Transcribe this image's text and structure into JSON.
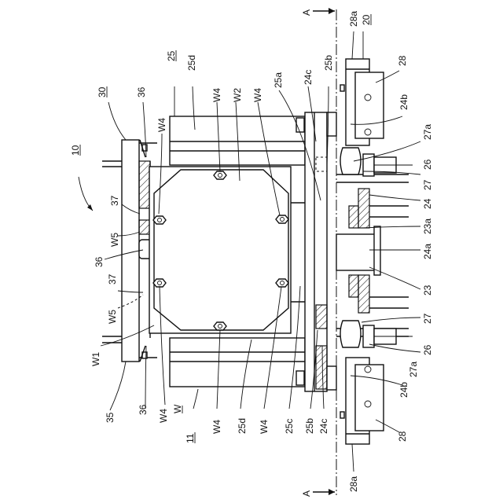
{
  "figure": {
    "labels": {
      "ref_10": "10",
      "ref_11": "11",
      "ref_20": "20",
      "ref_23": "23",
      "ref_23a": "23a",
      "ref_24": "24",
      "ref_24a": "24a",
      "ref_24b_top": "24b",
      "ref_24b_bottom": "24b",
      "ref_24c_top": "24c",
      "ref_24c_bottom": "24c",
      "ref_25": "25",
      "ref_25a": "25a",
      "ref_25b_top": "25b",
      "ref_25b_bottom": "25b",
      "ref_25c": "25c",
      "ref_25d_top": "25d",
      "ref_25d_bottom": "25d",
      "ref_26_top": "26",
      "ref_26_bottom": "26",
      "ref_27_top": "27",
      "ref_27_bottom": "27",
      "ref_27a_top": "27a",
      "ref_27a_bottom": "27a",
      "ref_28_top": "28",
      "ref_28_bottom": "28",
      "ref_28a_top": "28a",
      "ref_28a_bottom": "28a",
      "ref_30": "30",
      "ref_35": "35",
      "ref_36_top": "36",
      "ref_36_mid": "36",
      "ref_36_bottom": "36",
      "ref_37_top": "37",
      "ref_37_bottom": "37",
      "ref_W": "W",
      "ref_W1": "W1",
      "ref_W2": "W2",
      "ref_W4_a": "W4",
      "ref_W4_b": "W4",
      "ref_W4_c": "W4",
      "ref_W4_d": "W4",
      "ref_W4_e": "W4",
      "ref_W4_f": "W4",
      "ref_W5_top": "W5",
      "ref_W5_bottom": "W5",
      "section_A_top": "A",
      "section_A_bottom": "A"
    }
  }
}
